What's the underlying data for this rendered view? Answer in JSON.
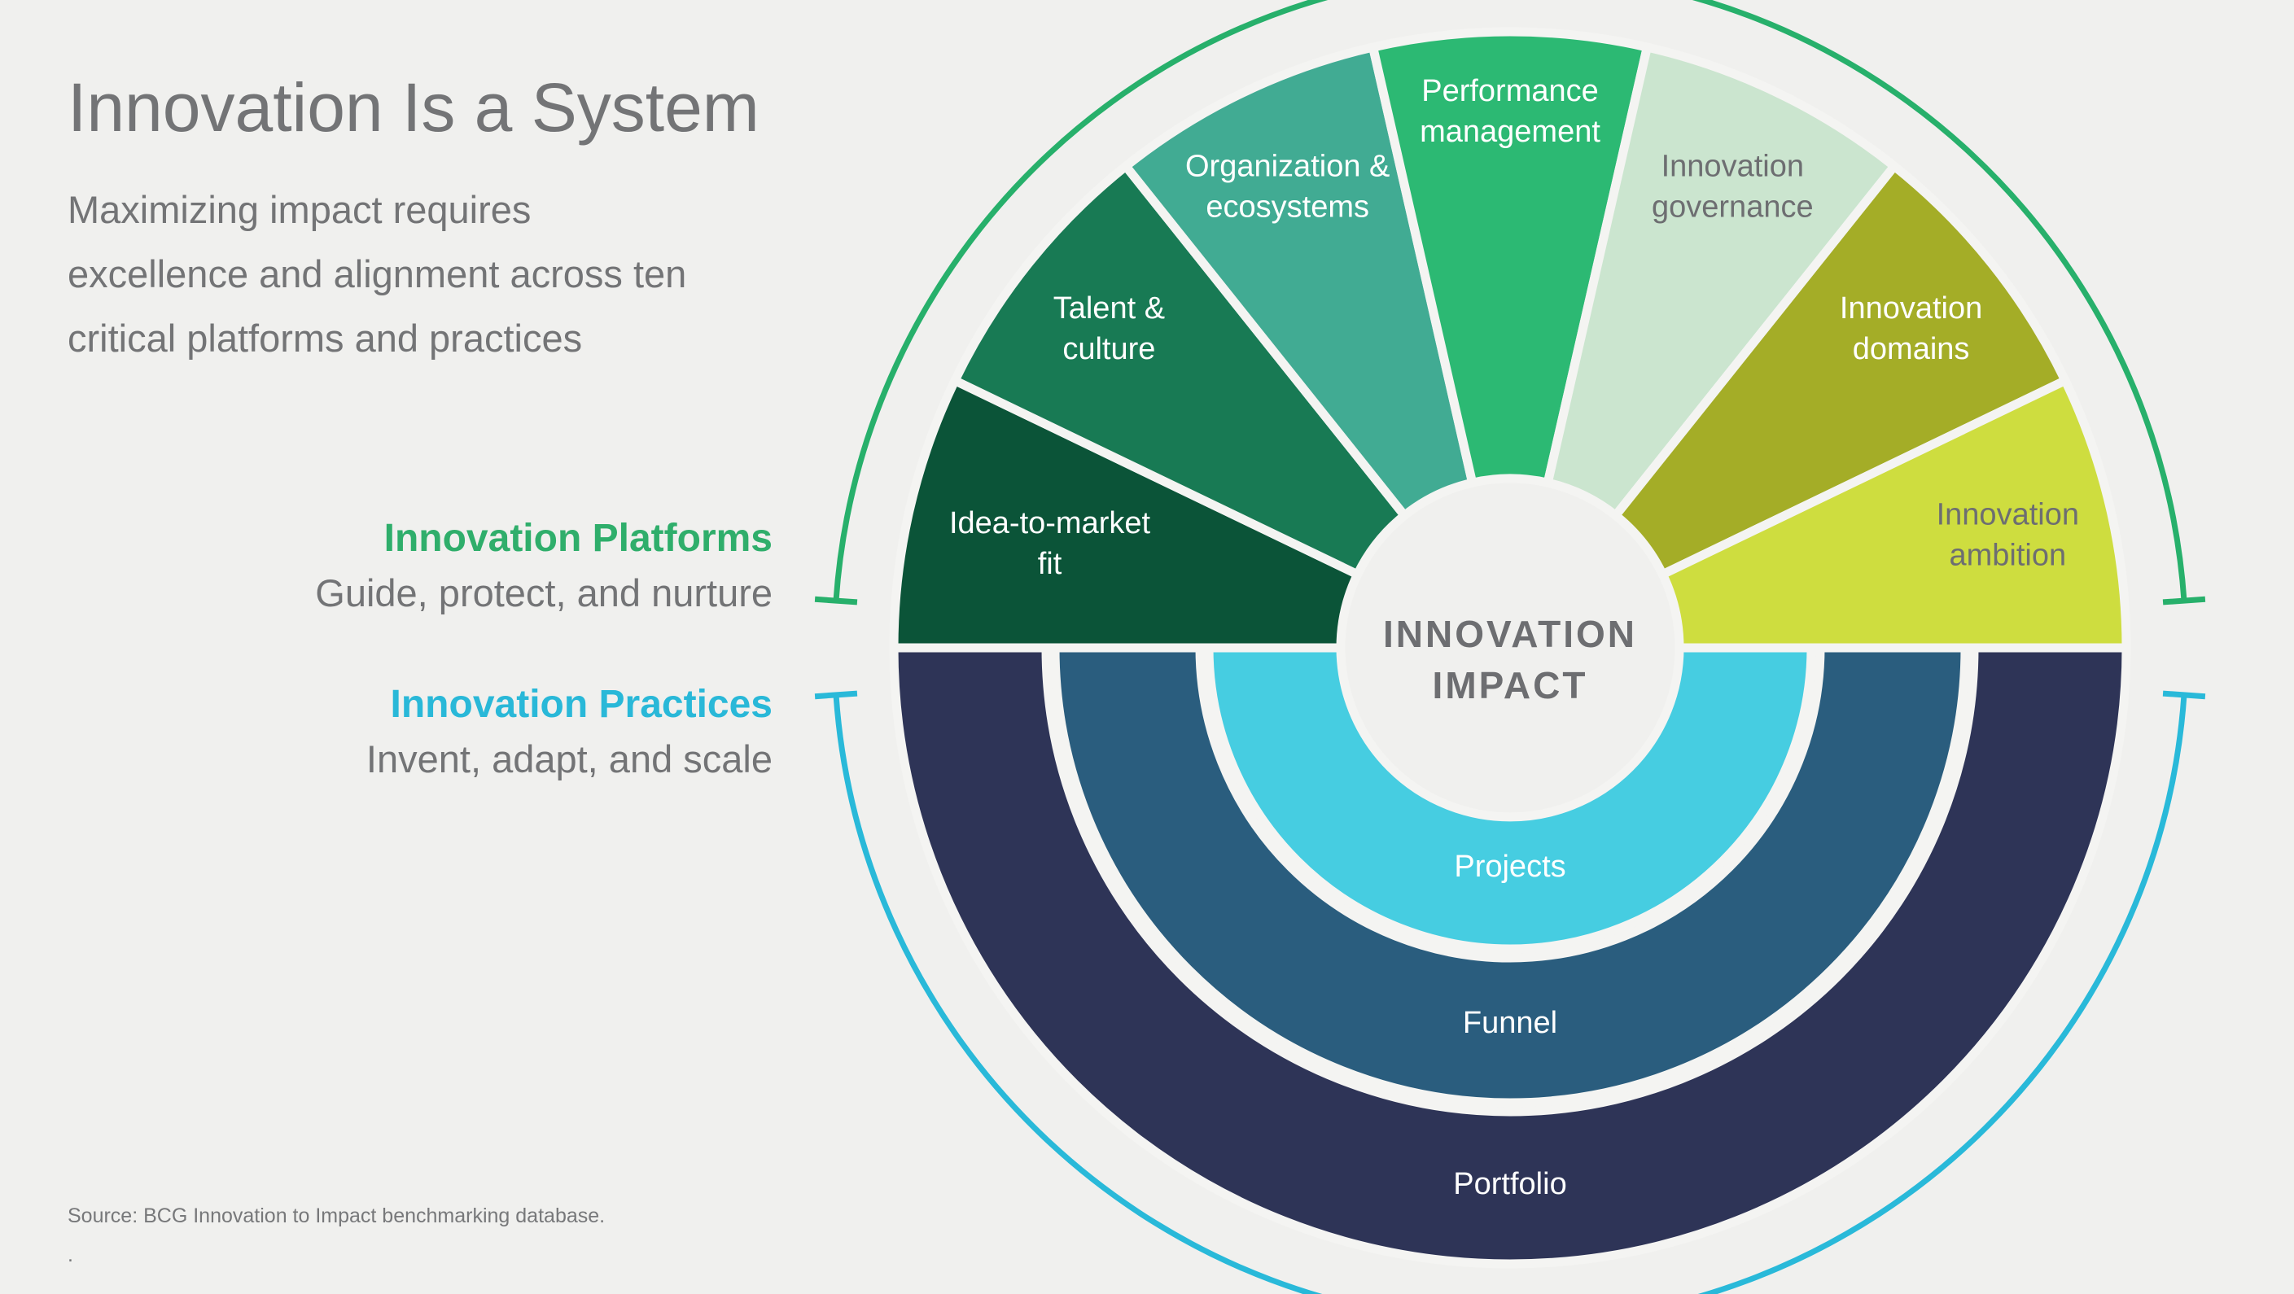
{
  "slide": {
    "title": "Innovation Is a System",
    "subtitle_lines": [
      "Maximizing impact requires",
      "excellence and alignment across ten",
      "critical platforms and practices"
    ],
    "source_line": "Source: BCG Innovation to Impact benchmarking database.",
    "source_line2": "."
  },
  "legend": {
    "platforms": {
      "label": "Innovation Platforms",
      "sublabel": "Guide, protect, and nurture",
      "color": "#2fae6b"
    },
    "practices": {
      "label": "Innovation Practices",
      "sublabel": "Invent, adapt, and scale",
      "color": "#29b8d8"
    }
  },
  "wheel": {
    "center_label_line1": "INNOVATION",
    "center_label_line2": "IMPACT",
    "center_fill": "#f0f0ee",
    "gap_color": "#f4f4f2",
    "platform_bracket_color": "#27b06b",
    "practice_bracket_color": "#29b9d9",
    "platform_segments": [
      {
        "label_line1": "Idea-to-market",
        "label_line2": "fit",
        "color": "#0b5438",
        "text_color": "#ffffff"
      },
      {
        "label_line1": "Talent &",
        "label_line2": "culture",
        "color": "#187a54",
        "text_color": "#ffffff"
      },
      {
        "label_line1": "Organization &",
        "label_line2": "ecosystems",
        "color": "#41ab93",
        "text_color": "#ffffff"
      },
      {
        "label_line1": "Performance",
        "label_line2": "management",
        "color": "#2cb973",
        "text_color": "#ffffff"
      },
      {
        "label_line1": "Innovation",
        "label_line2": "governance",
        "color": "#cbe5cf",
        "text_color": "#6d6e71"
      },
      {
        "label_line1": "Innovation",
        "label_line2": "domains",
        "color": "#a4ad27",
        "text_color": "#ffffff"
      },
      {
        "label_line1": "Innovation",
        "label_line2": "ambition",
        "color": "#cedd3f",
        "text_color": "#6d6e71"
      }
    ],
    "practice_rings": [
      {
        "label": "Projects",
        "color": "#46cde1"
      },
      {
        "label": "Funnel",
        "color": "#2a5d7e"
      },
      {
        "label": "Portfolio",
        "color": "#2e3457"
      }
    ]
  }
}
